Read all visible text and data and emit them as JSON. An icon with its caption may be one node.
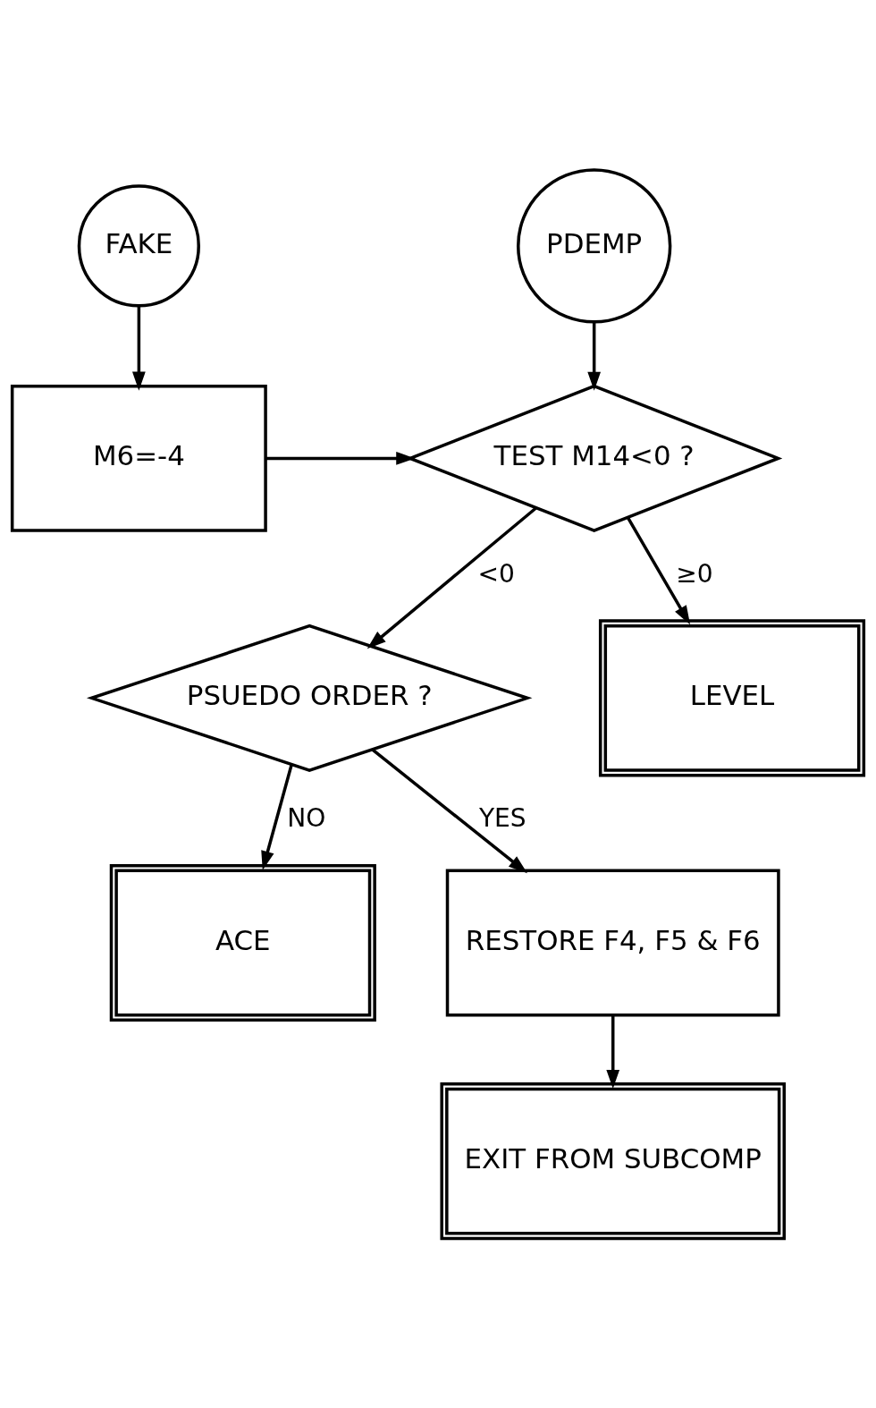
{
  "diagram": {
    "nodes": [
      {
        "text": [
          "FAKE"
        ]
      },
      {
        "text": [
          "PDEMP"
        ]
      },
      {
        "text": [
          "M6=-4"
        ]
      },
      {
        "text": [
          "TEST M14<0 ?"
        ]
      },
      {
        "text": [
          "PSUEDO ORDER ?"
        ]
      },
      {
        "text": [
          "LEVEL"
        ]
      },
      {
        "text": [
          "ACE"
        ]
      },
      {
        "text": [
          "RESTORE F4, F5 & F6"
        ]
      },
      {
        "text": [
          "EXIT FROM SUBCOMP"
        ]
      }
    ],
    "edges": [
      {
        "from": 0,
        "to": 2,
        "arrow": "to"
      },
      {
        "from": 1,
        "to": 3,
        "arrow": "to"
      },
      {
        "from": 2,
        "to": 3,
        "arrow": "to"
      },
      {
        "from": 3,
        "to": 5,
        "arrow": "to",
        "label": "≥0"
      },
      {
        "from": 3,
        "to": 4,
        "arrow": "to",
        "label": "<0"
      },
      {
        "from": 4,
        "to": 6,
        "arrow": "to",
        "label": "NO"
      },
      {
        "from": 4,
        "to": 7,
        "arrow": "to",
        "label": "YES"
      },
      {
        "from": 7,
        "to": 8,
        "arrow": "to"
      }
    ]
  }
}
